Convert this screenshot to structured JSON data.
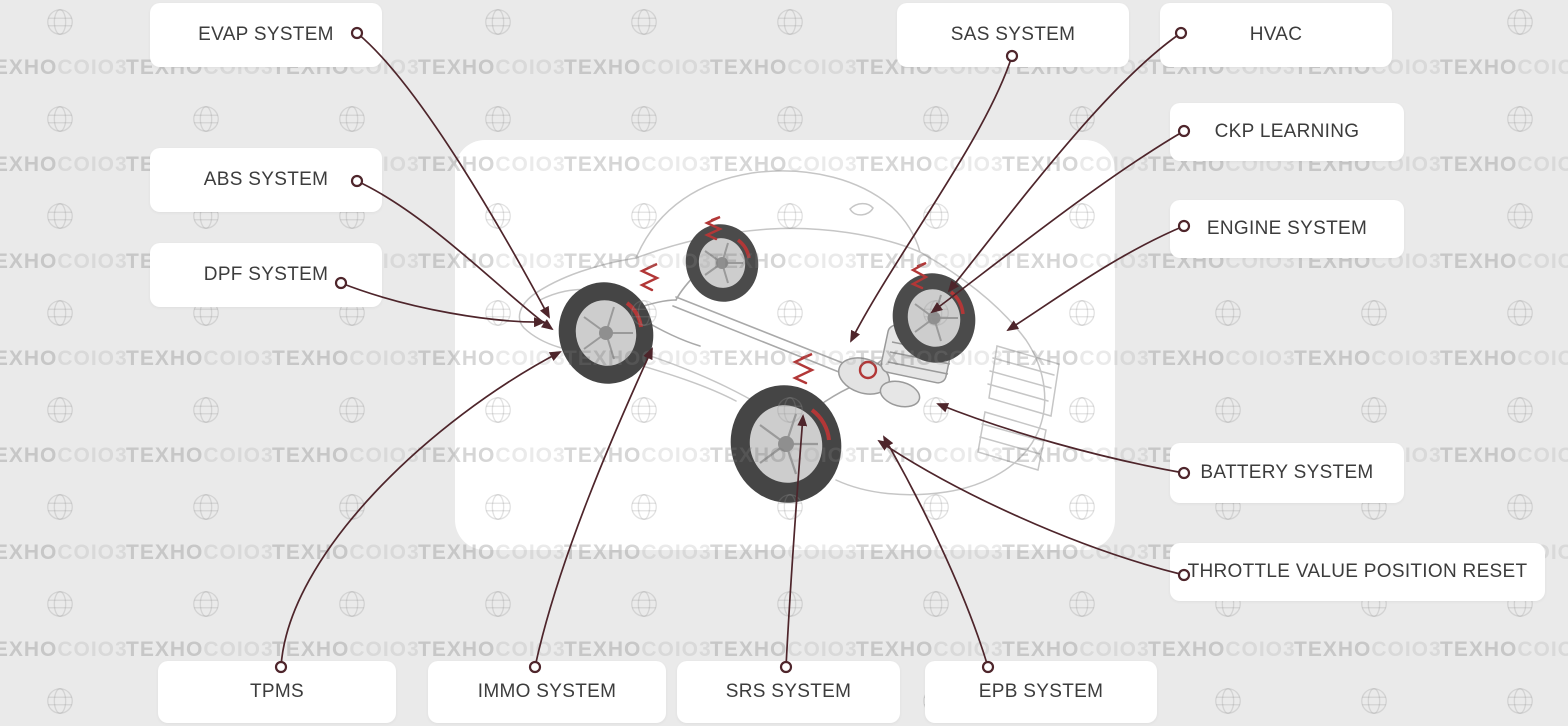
{
  "app": {
    "name": "Vehicle diagnostic systems diagram"
  },
  "watermark": {
    "bold": "TEXHO",
    "light": "COIO3"
  },
  "labels": [
    {
      "id": "evap",
      "text": "EVAP SYSTEM"
    },
    {
      "id": "abs",
      "text": "ABS SYSTEM"
    },
    {
      "id": "dpf",
      "text": "DPF SYSTEM"
    },
    {
      "id": "tpms",
      "text": "TPMS"
    },
    {
      "id": "immo",
      "text": "IMMO SYSTEM"
    },
    {
      "id": "srs",
      "text": "SRS SYSTEM"
    },
    {
      "id": "epb",
      "text": "EPB SYSTEM"
    },
    {
      "id": "sas",
      "text": "SAS SYSTEM"
    },
    {
      "id": "hvac",
      "text": "HVAC"
    },
    {
      "id": "ckp",
      "text": "CKP LEARNING"
    },
    {
      "id": "engine",
      "text": "ENGINE SYSTEM"
    },
    {
      "id": "battery",
      "text": "BATTERY SYSTEM"
    },
    {
      "id": "throttle",
      "text": "THROTTLE VALUE POSITION RESET"
    }
  ],
  "colors": {
    "background": "#eaeaea",
    "panel": "#ffffff",
    "connector": "#4e252b",
    "accent_red": "#b23737",
    "label_text": "#3c3c3c"
  }
}
